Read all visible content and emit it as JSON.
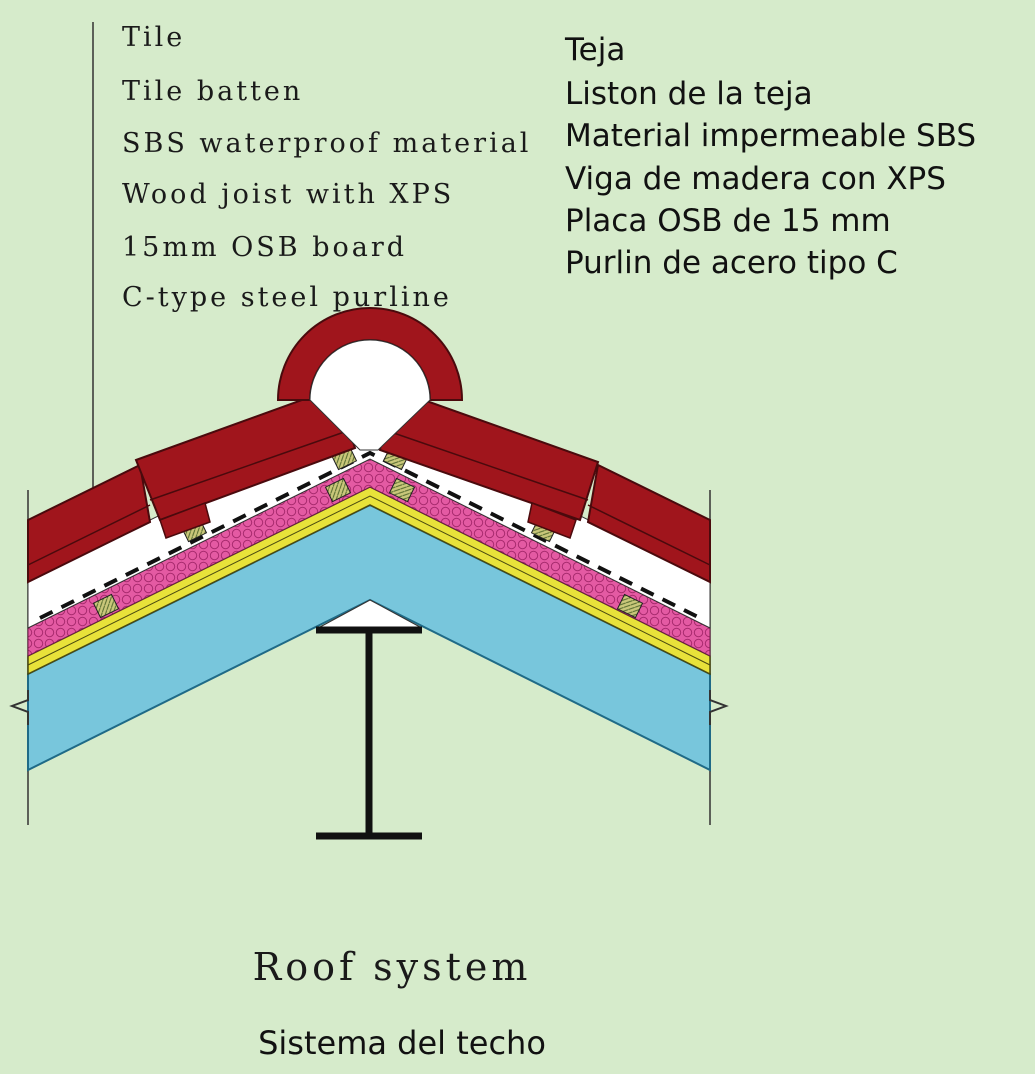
{
  "labels_en": [
    "Tile",
    "Tile batten",
    "SBS waterproof material",
    "Wood joist with XPS",
    "15mm OSB board",
    "C-type steel purline"
  ],
  "labels_es": [
    "Teja",
    "Liston de la teja",
    "Material impermeable SBS",
    "Viga de madera con XPS",
    "Placa OSB de 15 mm",
    "Purlin de acero tipo C"
  ],
  "title_en": "Roof system",
  "title_es": "Sistema del techo",
  "colors": {
    "background": "#d6ebcb",
    "tile": "#a0151c",
    "tile_dark": "#6b0d12",
    "batten": "#c9c77a",
    "sbs_membrane": "#ffffff",
    "xps_insulation": "#e45aa3",
    "osb_board": "#e8e23a",
    "roof_deck": "#78c6dc",
    "steel": "#111111"
  }
}
